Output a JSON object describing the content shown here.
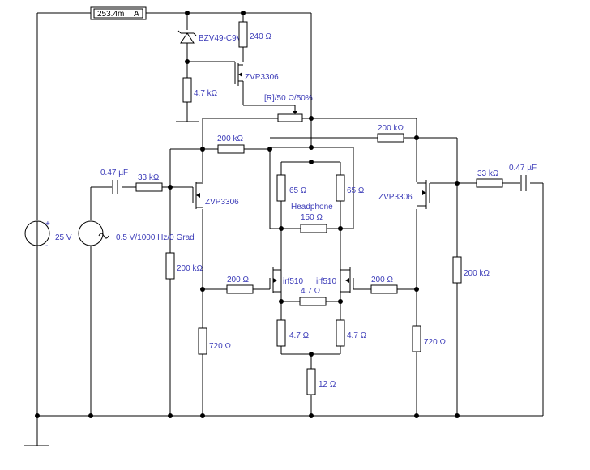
{
  "ammeter": {
    "reading": "253.4m",
    "unit_symbol": "A"
  },
  "components": {
    "zener": "BZV49-C9V1",
    "r_240": "240 Ω",
    "mosfet_top": "ZVP3306",
    "r_47k_top": "4.7 kΩ",
    "pot": "[R]/50 Ω/50%",
    "r_200k_left_fb": "200 kΩ",
    "r_200k_right_fb": "200 kΩ",
    "cap_left": "0.47 µF",
    "r_33k_left": "33 kΩ",
    "mosfet_left": "ZVP3306",
    "r_65_left": "65 Ω",
    "r_65_right": "65 Ω",
    "headphone_label": "Headphone",
    "r_150": "150 Ω",
    "mosfet_right": "ZVP3306",
    "r_33k_right": "33 kΩ",
    "cap_right": "0.47 µF",
    "battery": "25 V",
    "battery_plus": "+",
    "battery_minus": "-",
    "signal_source": "0.5 V/1000 Hz/0 Grad",
    "r_200k_left_bias": "200 kΩ",
    "r_200_left_gate": "200 Ω",
    "irf_left": "irf510",
    "irf_right": "irf510",
    "r_200_right_gate": "200 Ω",
    "r_47_mid": "4.7 Ω",
    "r_200k_right_bias": "200 kΩ",
    "r_720_left": "720 Ω",
    "r_47_left": "4.7 Ω",
    "r_47_right": "4.7 Ω",
    "r_720_right": "720 Ω",
    "r_12": "12 Ω"
  },
  "icons": {
    "sine": "sine-wave-icon",
    "ground": "ground-icon"
  },
  "colors": {
    "wire": "#000000",
    "label": "#3b3bb8"
  }
}
